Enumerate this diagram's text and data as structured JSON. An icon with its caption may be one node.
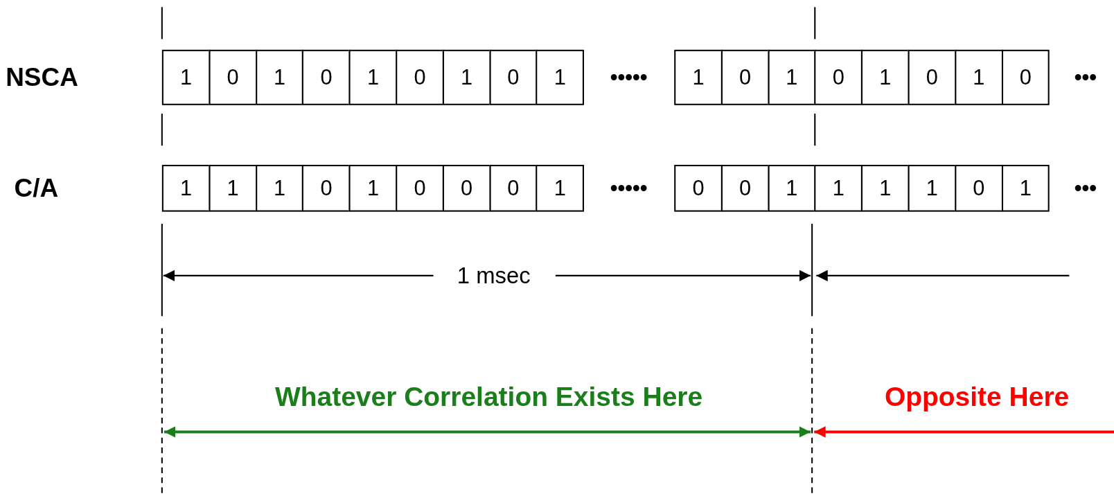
{
  "diagram": {
    "labels": [
      "NSCA",
      "1",
      "0",
      "1",
      "0",
      "1",
      "0",
      "1",
      "0",
      "1",
      "•••••",
      "1",
      "0",
      "1",
      "0",
      "1",
      "0",
      "1",
      "0",
      "•••",
      "C/A",
      "1",
      "1",
      "1",
      "0",
      "1",
      "0",
      "0",
      "0",
      "1",
      "•••••",
      "0",
      "0",
      "1",
      "1",
      "1",
      "1",
      "0",
      "1",
      "•••",
      "1 msec",
      "Whatever Correlation Exists Here",
      "Opposite Here"
    ]
  }
}
